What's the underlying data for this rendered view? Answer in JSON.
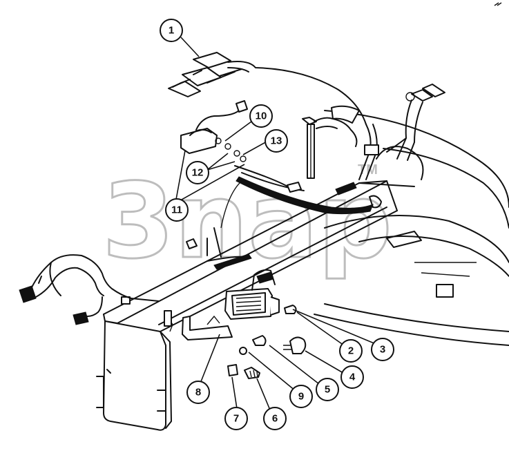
{
  "watermark": {
    "text": "3nap",
    "trademark": "TM"
  },
  "callouts": [
    "1",
    "2",
    "3",
    "4",
    "5",
    "6",
    "7",
    "8",
    "9",
    "10",
    "11",
    "12",
    "13"
  ],
  "colors": {
    "line": "#111111",
    "watermark": "#bdbdbd",
    "background": "#ffffff"
  }
}
